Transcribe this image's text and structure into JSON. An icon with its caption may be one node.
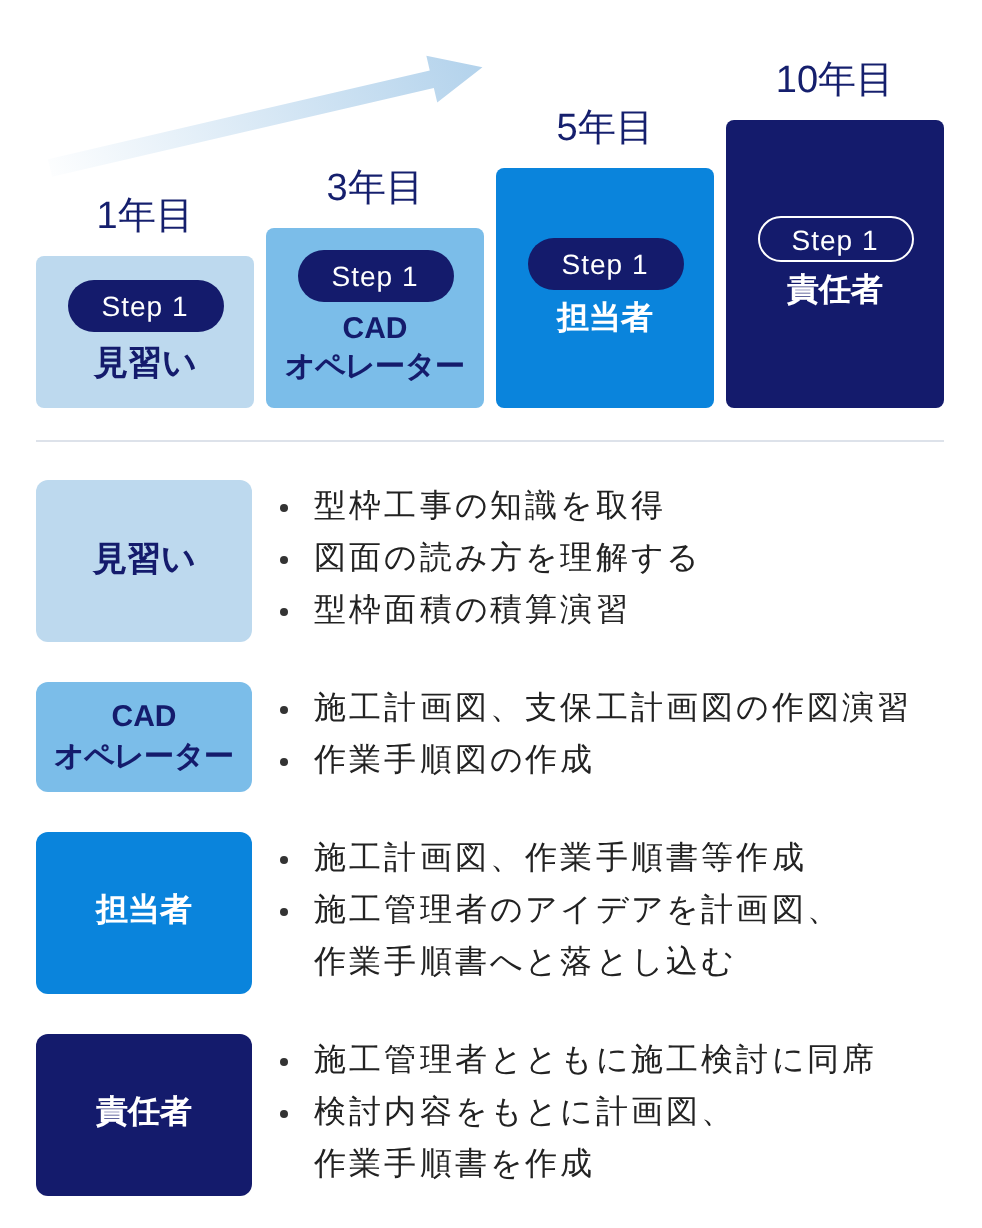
{
  "diagram": {
    "nodes": [
      {
        "text": [
          "見習い"
        ],
        "beside": [
          "1年目"
        ]
      },
      {
        "text": [
          "Step 1"
        ],
        "in": 0
      },
      {
        "text": [
          "CAD オペレーター"
        ],
        "beside": [
          "3年目"
        ]
      },
      {
        "text": [
          "Step 1"
        ],
        "in": 2
      },
      {
        "text": [
          "担当者"
        ],
        "beside": [
          "5年目"
        ]
      },
      {
        "text": [
          "Step 1"
        ],
        "in": 4
      },
      {
        "text": [
          "責任者"
        ],
        "beside": [
          "10年目"
        ]
      },
      {
        "text": [
          "Step 1"
        ],
        "in": 6
      },
      {
        "text": [
          "見習い"
        ],
        "beside": [
          "型枠工事の知識を取得",
          "図面の読み方を理解する",
          "型枠面積の積算演習"
        ]
      },
      {
        "text": [
          "CAD オペレーター"
        ],
        "beside": [
          "施工計画図、支保工計画図の作図演習",
          "作業手順図の作成"
        ]
      },
      {
        "text": [
          "担当者"
        ],
        "beside": [
          "施工計画図、作業手順書等作成",
          "施工管理者のアイデアを計画図、作業手順書へと落とし込む"
        ]
      },
      {
        "text": [
          "責任者"
        ],
        "beside": [
          "施工管理者とともに施工検討に同席",
          "検討内容をもとに計画図、作業手順書を作成"
        ]
      }
    ]
  }
}
